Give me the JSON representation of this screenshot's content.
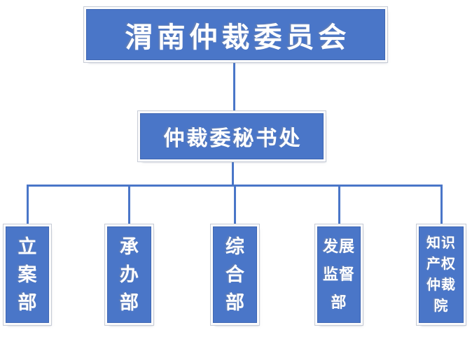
{
  "page": {
    "background": "#ffffff",
    "type": "organization-chart"
  },
  "colors": {
    "node_fill": "#4a76c8",
    "node_edge": "#3e66b2",
    "node_frame": "#c7ccd6",
    "connector": "#4a76c8",
    "text": "#ffffff"
  },
  "org_chart": {
    "root": {
      "label": "渭南仲裁委员会"
    },
    "secretariat": {
      "label": "仲裁委秘书处"
    },
    "departments": [
      {
        "name": "立案部",
        "lines": [
          "立",
          "案",
          "部"
        ]
      },
      {
        "name": "承办部",
        "lines": [
          "承",
          "办",
          "部"
        ]
      },
      {
        "name": "综合部",
        "lines": [
          "综",
          "合",
          "部"
        ]
      },
      {
        "name": "发展监督部",
        "lines": [
          "发展",
          "监督",
          "部"
        ]
      },
      {
        "name": "知识产权仲裁院",
        "lines": [
          "知识",
          "产权",
          "仲裁",
          "院"
        ]
      }
    ]
  }
}
